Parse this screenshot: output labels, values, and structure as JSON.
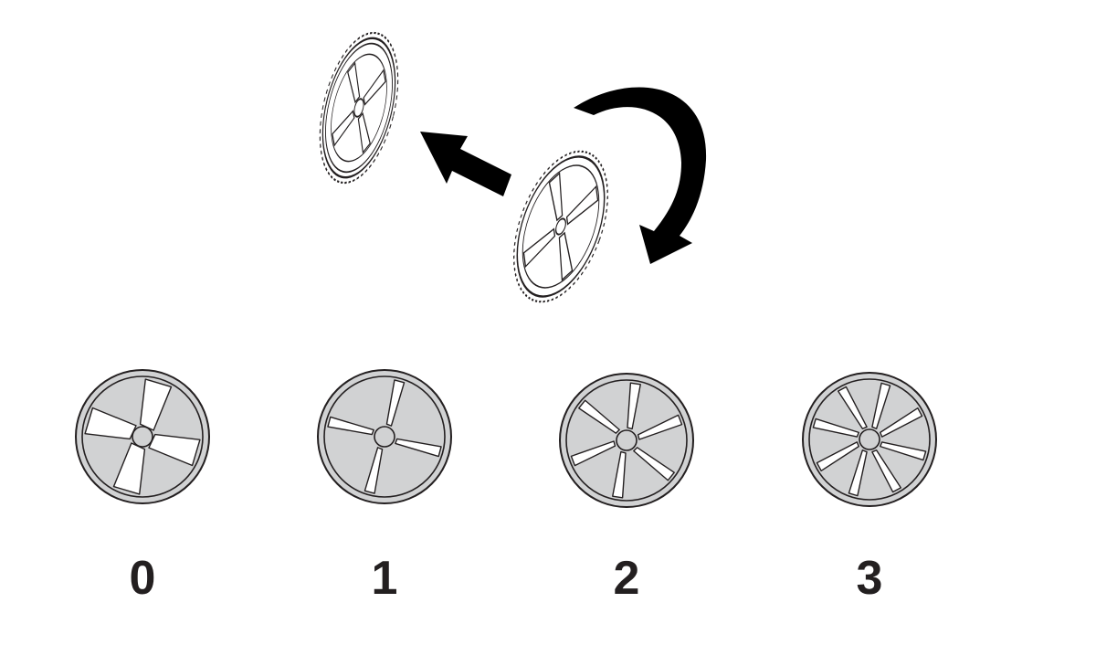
{
  "illustration": {
    "removed_disc": "wheel-disc",
    "flipped_disc": "wheel-disc",
    "remove_arrow": "straight-arrow",
    "flip_arrow": "curved-rotate-arrow"
  },
  "settings": [
    {
      "label": "0",
      "slots": 4,
      "slot_style": "wide"
    },
    {
      "label": "1",
      "slots": 4,
      "slot_style": "narrow-skewed"
    },
    {
      "label": "2",
      "slots": 6,
      "slot_style": "narrow-skewed"
    },
    {
      "label": "3",
      "slots": 8,
      "slot_style": "narrow-skewed"
    }
  ],
  "colors": {
    "line": "#231f20",
    "disc_fill": "#d1d2d3",
    "slot_fill": "#ffffff",
    "arrow": "#000000"
  }
}
